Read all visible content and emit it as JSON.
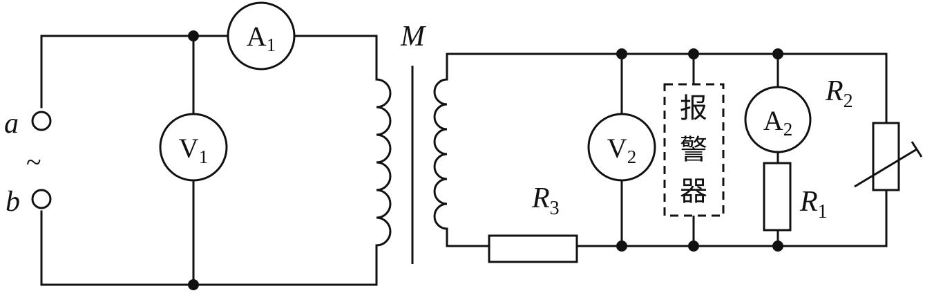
{
  "terminals": {
    "a": "a",
    "b": "b",
    "ac_symbol": "~"
  },
  "meters": {
    "a1": {
      "letter": "A",
      "sub": "1"
    },
    "v1": {
      "letter": "V",
      "sub": "1"
    },
    "v2": {
      "letter": "V",
      "sub": "2"
    },
    "a2": {
      "letter": "A",
      "sub": "2"
    }
  },
  "transformer": {
    "label": "M"
  },
  "resistors": {
    "r1": {
      "letter": "R",
      "sub": "1"
    },
    "r2": {
      "letter": "R",
      "sub": "2"
    },
    "r3": {
      "letter": "R",
      "sub": "3"
    }
  },
  "alarm": {
    "chars": [
      "报",
      "警",
      "器"
    ]
  }
}
